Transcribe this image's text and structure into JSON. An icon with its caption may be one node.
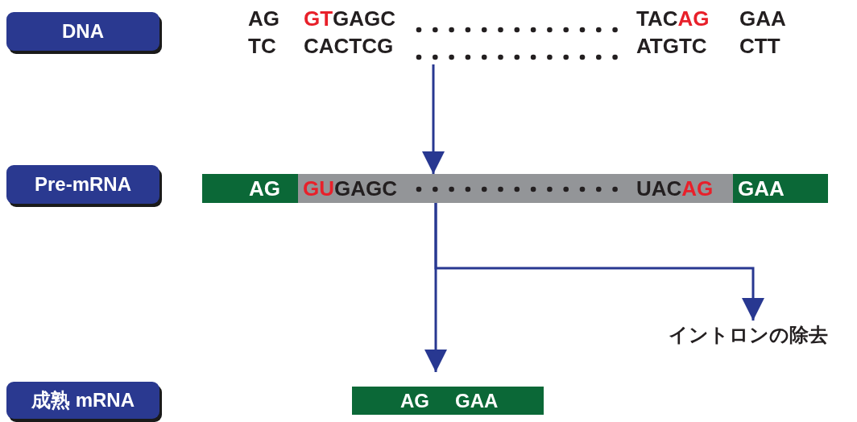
{
  "diagram": {
    "nodes": [
      {
        "text": [
          "DNA"
        ]
      },
      {
        "text": [
          "AG",
          "GT",
          "GAGC",
          "TAC",
          "AG",
          "GAA",
          "TC",
          "CACTCG",
          "ATGTC",
          "CTT"
        ]
      },
      {
        "text": [
          "Pre-mRNA"
        ]
      },
      {
        "text": [
          "AG"
        ]
      },
      {
        "text": [
          "GU",
          "GAGC",
          "UAC",
          "AG"
        ]
      },
      {
        "text": [
          "GAA"
        ]
      },
      {
        "text": [
          "成熟 mRNA"
        ]
      },
      {
        "text": [
          "AG",
          "GAA"
        ]
      },
      {
        "text": [
          "イントロンの除去"
        ]
      }
    ],
    "edges": [
      {
        "from": 1,
        "to": 4,
        "arrow": "to"
      },
      {
        "from": 4,
        "to": 7,
        "arrow": "to"
      },
      {
        "from": 4,
        "to": 8,
        "arrow": "to"
      }
    ]
  }
}
